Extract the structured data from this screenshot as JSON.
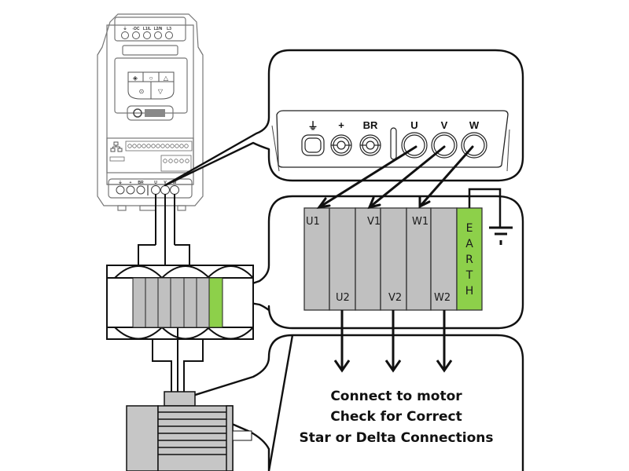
{
  "diagram": {
    "title": "Motor connection wiring diagram",
    "colors": {
      "stroke": "#111111",
      "terminal_grey": "#c0c0c0",
      "earth_green": "#8dd04a",
      "drive_outline": "#777777",
      "motor_grey": "#c6c6c6"
    },
    "drive": {
      "top_terminals": [
        "⏚",
        "-DC",
        "L1/L",
        "L2/N",
        "L3"
      ],
      "keypad_buttons": [
        "◈",
        "○",
        "△",
        "⊙",
        "▽"
      ],
      "bottom_terminals": [
        "⏚",
        "+",
        "BR",
        "U",
        "V",
        "W"
      ]
    },
    "callout_terminals": {
      "labels": [
        "⏚",
        "+",
        "BR",
        "U",
        "V",
        "W"
      ]
    },
    "terminal_block": {
      "top_labels": [
        "U1",
        "V1",
        "W1"
      ],
      "bottom_labels": [
        "U2",
        "V2",
        "W2"
      ],
      "earth_letters": [
        "E",
        "A",
        "R",
        "T",
        "H"
      ]
    },
    "note": {
      "lines": [
        "Connect to motor",
        "Check for Correct",
        "Star or Delta Connections"
      ]
    }
  }
}
